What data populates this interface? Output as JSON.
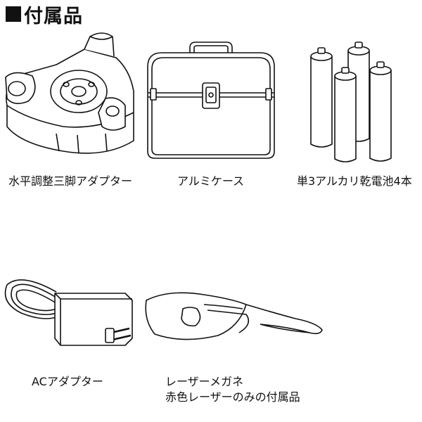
{
  "heading": {
    "title": "付属品"
  },
  "items": [
    {
      "id": "adapter",
      "label": "水平調整三脚アダプター",
      "icon": "tripod-adapter-icon"
    },
    {
      "id": "case",
      "label": "アルミケース",
      "icon": "aluminum-case-icon"
    },
    {
      "id": "batteries",
      "label": "単3アルカリ乾電池4本",
      "icon": "aa-batteries-icon"
    },
    {
      "id": "ac",
      "label": "ACアダプター",
      "icon": "ac-adapter-icon"
    },
    {
      "id": "glasses",
      "label": "レーザーメガネ",
      "note": "赤色レーザーのみの付属品",
      "icon": "laser-glasses-icon"
    }
  ]
}
